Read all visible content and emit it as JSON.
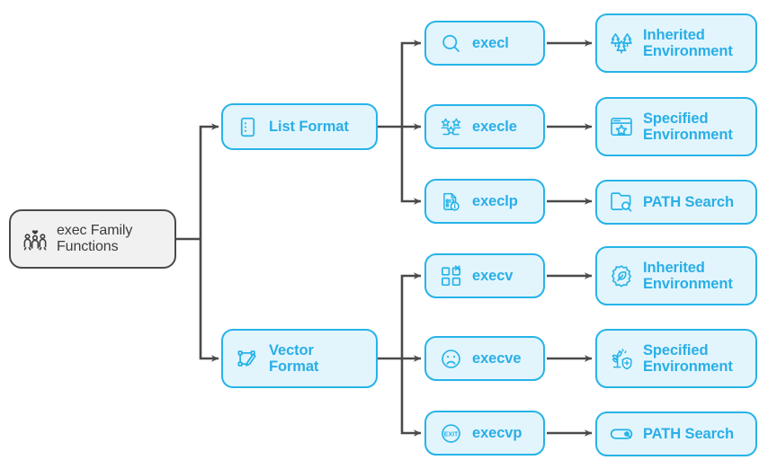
{
  "diagram": {
    "title": "exec Family Functions",
    "type": "hierarchical-tree",
    "colors": {
      "node_border": "#27b3e8",
      "node_fill": "#e2f5fd",
      "node_text": "#2aaee6",
      "root_border": "#4a4a4a",
      "root_fill": "#f1f1f1",
      "root_text": "#3c3c3c",
      "connector": "#4a4a4a",
      "background": "#ffffff"
    },
    "root": {
      "label": "exec Family Functions",
      "icon": "family-group-icon"
    },
    "branches": [
      {
        "label": "List Format",
        "icon": "list-document-icon",
        "functions": [
          {
            "label": "execl",
            "icon": "magnifier-icon",
            "result": {
              "label": "Inherited Environment",
              "icon": "trees-icon"
            }
          },
          {
            "label": "execle",
            "icon": "group-stars-icon",
            "result": {
              "label": "Specified Environment",
              "icon": "browser-star-icon"
            }
          },
          {
            "label": "execlp",
            "icon": "binary-file-info-icon",
            "result": {
              "label": "PATH Search",
              "icon": "folder-search-icon"
            }
          }
        ]
      },
      {
        "label": "Vector Format",
        "icon": "vector-path-icon",
        "functions": [
          {
            "label": "execv",
            "icon": "grid-squares-icon",
            "result": {
              "label": "Inherited Environment",
              "icon": "eco-gear-icon"
            }
          },
          {
            "label": "execve",
            "icon": "sad-face-icon",
            "result": {
              "label": "Specified Environment",
              "icon": "plant-shield-plus-icon"
            }
          },
          {
            "label": "execvp",
            "icon": "exit-badge-icon",
            "result": {
              "label": "PATH Search",
              "icon": "toggle-switch-icon"
            }
          }
        ]
      }
    ]
  }
}
